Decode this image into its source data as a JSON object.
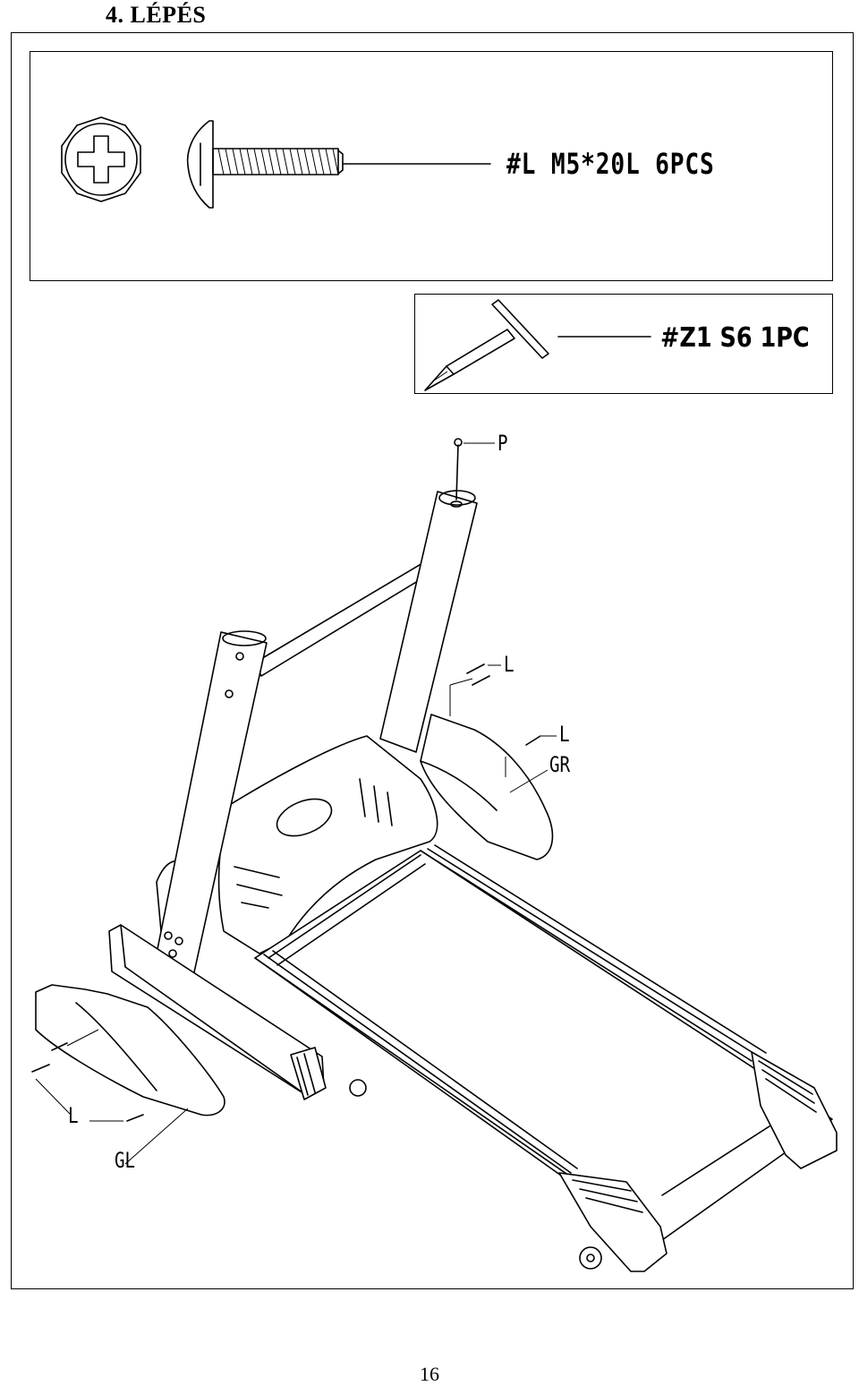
{
  "step": {
    "title": "4. LÉPÉS"
  },
  "parts": [
    {
      "label": "#L M5*20L 6PCS"
    }
  ],
  "tool": {
    "label": "#Z1 S6 1PC"
  },
  "callouts": {
    "p": "P",
    "l_upper": "L",
    "l_mid": "L",
    "gr": "GR",
    "l_lower": "L",
    "gl": "GL"
  },
  "page": {
    "number": "16"
  },
  "icons": [
    "phillips-screw-head-icon",
    "bolt-icon",
    "t-wrench-icon",
    "treadmill-diagram"
  ]
}
